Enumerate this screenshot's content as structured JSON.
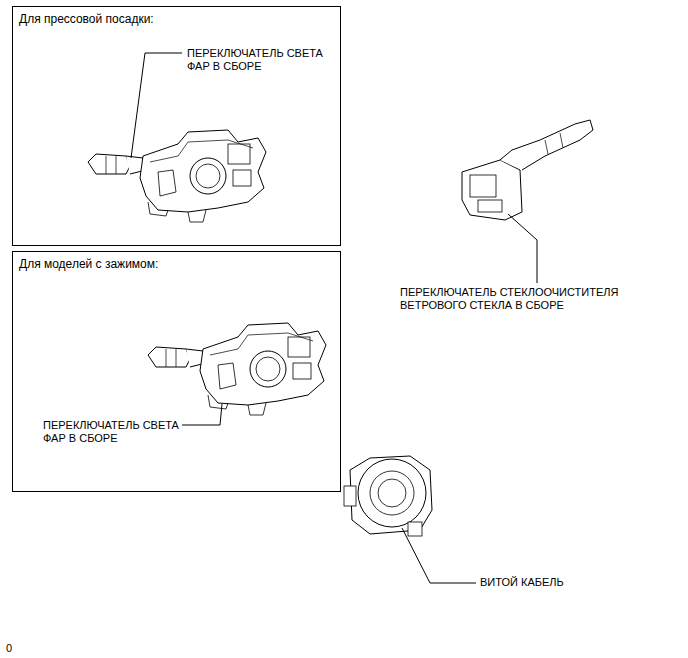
{
  "diagram": {
    "nodes": [
      {
        "text": [
          "Для прессовой посадки:",
          "ПЕРЕКЛЮЧАТЕЛЬ СВЕТА ФАР В СБОРЕ"
        ]
      },
      {
        "text": [
          "Для моделей с зажимом:",
          "ПЕРЕКЛЮЧАТЕЛЬ СВЕТА ФАР В СБОРЕ"
        ]
      }
    ],
    "labels": [
      "ПЕРЕКЛЮЧАТЕЛЬ СТЕКЛООЧИСТИТЕЛЯ ВЕТРОВОГО СТЕКЛА В СБОРЕ",
      "ВИТОЙ КАБЕЛЬ",
      "0"
    ]
  }
}
